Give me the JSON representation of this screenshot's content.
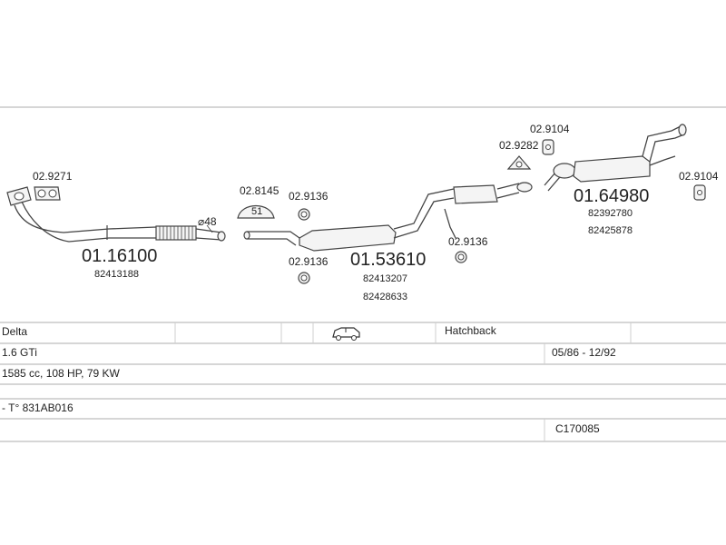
{
  "diagram": {
    "front_pipe": {
      "part_no": "01.16100",
      "oem": "82413188",
      "gasket": "02.9271"
    },
    "pipe_diameter": "⌀48",
    "middle_muffler": {
      "part_no": "01.53610",
      "oem_1": "82413207",
      "oem_2": "82428633"
    },
    "mid_fittings": {
      "clamp": "02.8145",
      "clamp_marking": "51",
      "ring_top": "02.9136",
      "ring_bottom": "02.9136",
      "ring_right": "02.9136"
    },
    "rear_muffler": {
      "part_no": "01.64980",
      "oem_1": "82392780",
      "oem_2": "82425878"
    },
    "rear_fittings": {
      "gasket": "02.9282",
      "hanger_top": "02.9104",
      "hanger_right": "02.9104"
    }
  },
  "table": {
    "model": "Delta",
    "body_type": "Hatchback",
    "body_icon": "car-icon",
    "engine": "1.6 GTi",
    "years": "05/86 - 12/92",
    "specs": "1585 cc, 108 HP, 79 KW",
    "engine_code": "- T° 831AB016",
    "catalog_no": "C170085"
  }
}
